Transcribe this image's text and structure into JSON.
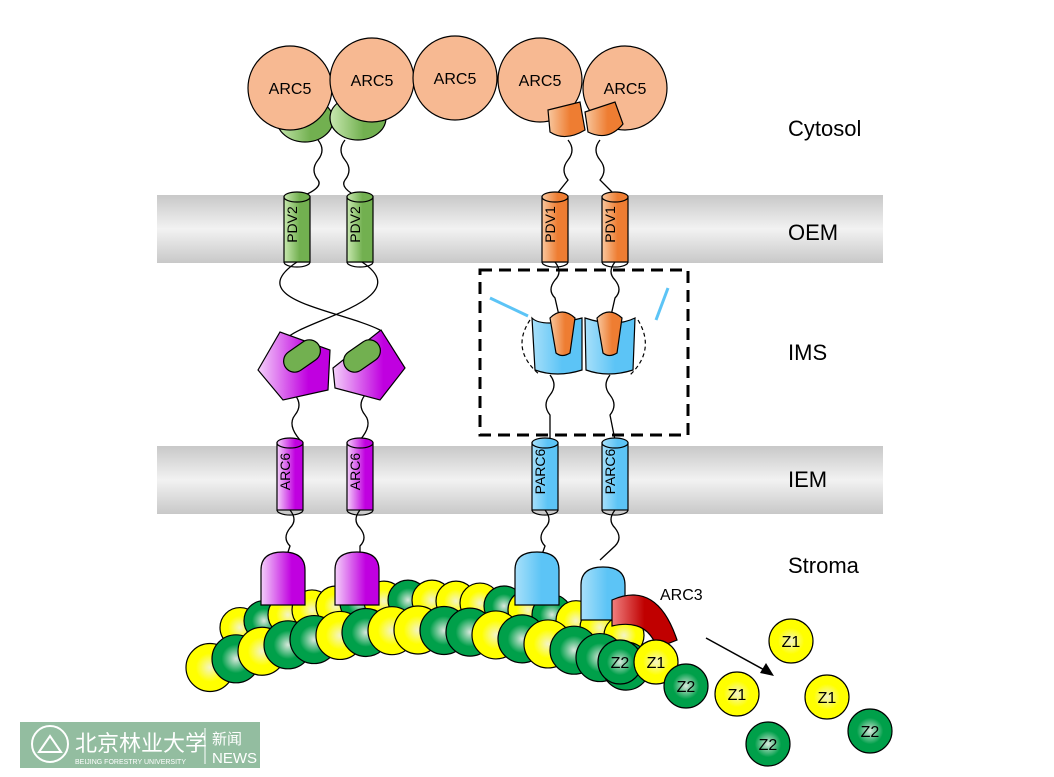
{
  "compartments": [
    "Cytosol",
    "OEM",
    "IMS",
    "IEM",
    "Stroma"
  ],
  "proteins": {
    "arc5": [
      "ARC5",
      "ARC5",
      "ARC5",
      "ARC5",
      "ARC5"
    ],
    "pdv2": [
      "PDV2",
      "PDV2"
    ],
    "pdv1": [
      "PDV1",
      "PDV1"
    ],
    "arc6": [
      "ARC6",
      "ARC6"
    ],
    "parc6": [
      "PARC6",
      "PARC6"
    ],
    "arc3": "ARC3",
    "z1": "Z1",
    "z2": "Z2"
  },
  "watermark": {
    "name_cn": "北京林业大学",
    "name_en": "BEIJING FORESTRY UNIVERSITY",
    "news_cn": "新闻",
    "news_en": "NEWS"
  },
  "colors": {
    "arc5": "#f7b992",
    "pdv2": "#8cc46a",
    "pdv1": "#ee7d32",
    "arc6": "#c000e0",
    "parc6": "#6cc8f4",
    "arc3": "#c00000",
    "ftsz1": "#ffff00",
    "ftsz2": "#00a04a",
    "membrane": "#d8d8d8"
  }
}
